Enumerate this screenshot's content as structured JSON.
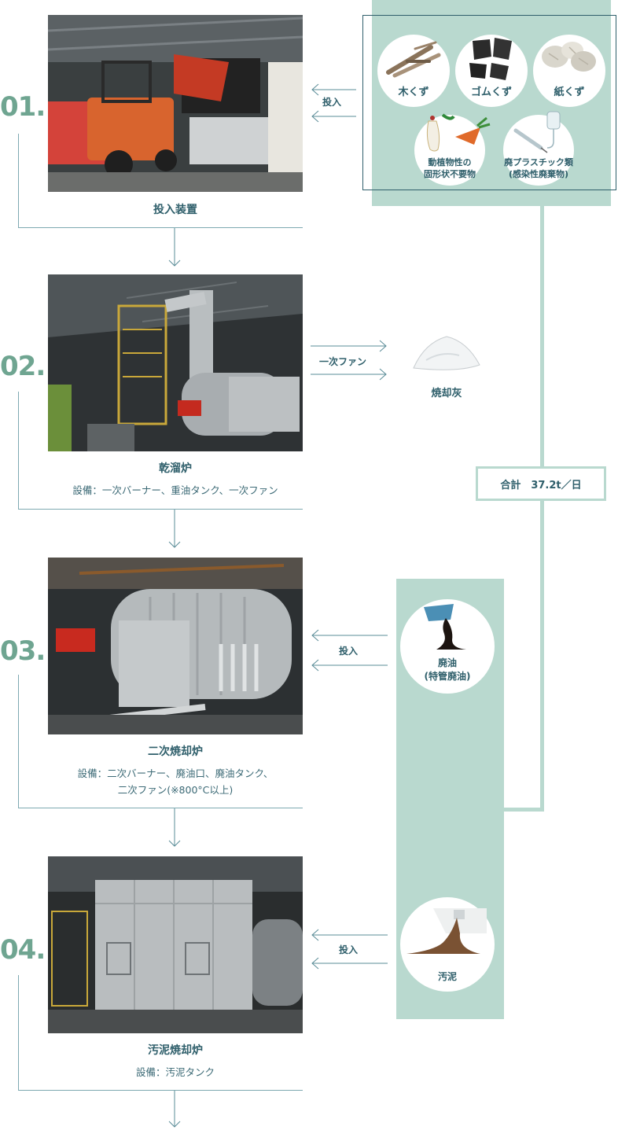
{
  "colors": {
    "accent_green": "#b9d9cf",
    "step_number": "#6fa591",
    "line": "#7ea9b1",
    "text": "#2f5f6b"
  },
  "steps": [
    {
      "number": "01.",
      "title": "投入装置",
      "equipment_lines": []
    },
    {
      "number": "02.",
      "title": "乾溜炉",
      "equipment_lines": [
        "設備：一次バーナー、重油タンク、一次ファン"
      ]
    },
    {
      "number": "03.",
      "title": "二次焼却炉",
      "equipment_lines": [
        "設備：二次バーナー、廃油口、廃油タンク、",
        "二次ファン(※800°C以上)"
      ]
    },
    {
      "number": "04.",
      "title": "汚泥焼却炉",
      "equipment_lines": [
        "設備：汚泥タンク"
      ]
    }
  ],
  "waste_inputs": {
    "items": [
      {
        "label": "木くず",
        "icon": "wood-chips-icon"
      },
      {
        "label": "ゴムくず",
        "icon": "rubber-scraps-icon"
      },
      {
        "label": "紙くず",
        "icon": "paper-scraps-icon"
      },
      {
        "label_lines": [
          "動植物性の",
          "固形状不要物"
        ],
        "icon": "food-waste-icon"
      },
      {
        "label_lines": [
          "廃プラスチック類",
          "(感染性廃棄物)"
        ],
        "icon": "medical-plastic-icon"
      }
    ],
    "arrow_label": "投入"
  },
  "ash": {
    "arrow_label": "一次ファン",
    "label": "焼却灰"
  },
  "total": {
    "label": "合計　37.2t／日"
  },
  "waste_oil": {
    "label_lines": [
      "廃油",
      "(特管廃油)"
    ],
    "arrow_label": "投入"
  },
  "sludge": {
    "label": "汚泥",
    "arrow_label": "投入"
  }
}
